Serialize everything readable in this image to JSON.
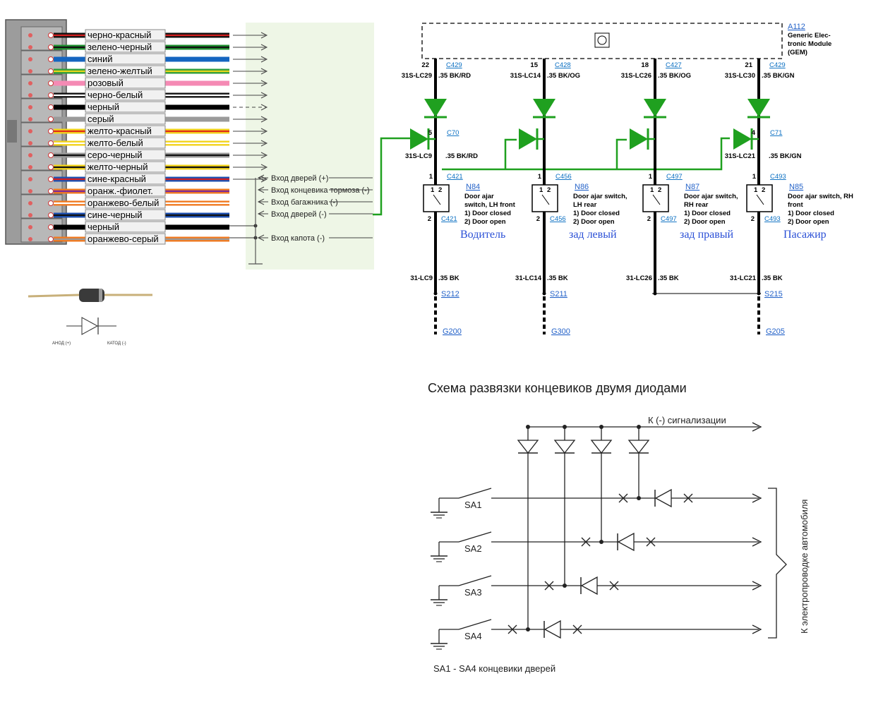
{
  "connector": {
    "wires": [
      {
        "label": "черно-красный",
        "c1": "#111111",
        "c2": "#d42020"
      },
      {
        "label": "зелено-черный",
        "c1": "#1f8f2f",
        "c2": "#111111"
      },
      {
        "label": "синий",
        "c1": "#1565c0",
        "c2": "#1565c0"
      },
      {
        "label": "зелено-желтый",
        "c1": "#2e9e3a",
        "c2": "#e8d61c"
      },
      {
        "label": "розовый",
        "c1": "#f58ab4",
        "c2": "#f58ab4"
      },
      {
        "label": "черно-белый",
        "c1": "#111111",
        "c2": "#ffffff"
      },
      {
        "label": "черный",
        "c1": "#000000",
        "c2": "#000000"
      },
      {
        "label": "серый",
        "c1": "#9a9a9a",
        "c2": "#9a9a9a"
      },
      {
        "label": "желто-красный",
        "c1": "#f2d31c",
        "c2": "#e02a1a"
      },
      {
        "label": "желто-белый",
        "c1": "#f2d31c",
        "c2": "#ffffff"
      },
      {
        "label": "серо-черный",
        "c1": "#9a9a9a",
        "c2": "#111111"
      },
      {
        "label": "желто-черный",
        "c1": "#f2d31c",
        "c2": "#111111"
      },
      {
        "label": "сине-красный",
        "c1": "#1d4fb0",
        "c2": "#d42020"
      },
      {
        "label": "оранж.-фиолет.",
        "c1": "#f07a20",
        "c2": "#7b2a9a"
      },
      {
        "label": "оранжево-белый",
        "c1": "#f07a20",
        "c2": "#ffffff"
      },
      {
        "label": "сине-черный",
        "c1": "#1d4fb0",
        "c2": "#111111"
      },
      {
        "label": "черный",
        "c1": "#000000",
        "c2": "#000000"
      },
      {
        "label": "оранжево-серый",
        "c1": "#f07a20",
        "c2": "#9a9a9a"
      }
    ],
    "inputs": [
      "Вход дверей (+)",
      "Вход концевика тормоза (-)",
      "Вход багажника (-)",
      "Вход дверей (-)",
      "Вход капота (-)"
    ]
  },
  "diode_legend": {
    "anode": "АНОД (+)",
    "cathode": "КАТОД (-)"
  },
  "module": {
    "ref": "A112",
    "name_lines": [
      "Generic Elec-",
      "tronic Module",
      "(GEM)"
    ]
  },
  "channels": [
    {
      "pin": "22",
      "conn": "C429",
      "wire": "31S-LC29",
      "spec": ".35 BK/RD",
      "dpin": "5",
      "dconn": "C70",
      "dwire": "31S-LC9",
      "dspec": ".35 BK/RD",
      "swpin": "1",
      "swconn": "C421",
      "sw": "N84",
      "sw_lines": [
        "Door ajar",
        "switch, LH front"
      ],
      "states": [
        "1)  Door closed",
        "2)  Door open"
      ],
      "outpin": "2",
      "outconn": "C421",
      "door": "Водитель",
      "gwire": "31-LC9",
      "gspec": ".35 BK",
      "splice": "S212",
      "ground": "G200"
    },
    {
      "pin": "15",
      "conn": "C428",
      "wire": "31S-LC14",
      "spec": ".35 BK/OG",
      "dpin": "",
      "dconn": "",
      "dwire": "",
      "dspec": "",
      "swpin": "1",
      "swconn": "C456",
      "sw": "N86",
      "sw_lines": [
        "Door ajar switch,",
        "LH rear"
      ],
      "states": [
        "1)  Door closed",
        "2)  Door open"
      ],
      "outpin": "2",
      "outconn": "C456",
      "door": "зад левый",
      "gwire": "31-LC14",
      "gspec": ".35 BK",
      "splice": "S211",
      "ground": "G300"
    },
    {
      "pin": "18",
      "conn": "C427",
      "wire": "31S-LC26",
      "spec": ".35 BK/OG",
      "dpin": "",
      "dconn": "",
      "dwire": "",
      "dspec": "",
      "swpin": "1",
      "swconn": "C497",
      "sw": "N87",
      "sw_lines": [
        "Door ajar switch,",
        "RH rear"
      ],
      "states": [
        "1)  Door closed",
        "2)  Door open"
      ],
      "outpin": "2",
      "outconn": "C497",
      "door": "зад правый",
      "gwire": "31-LC26",
      "gspec": ".35 BK",
      "splice": "",
      "ground": ""
    },
    {
      "pin": "21",
      "conn": "C429",
      "wire": "31S-LC30",
      "spec": ".35 BK/GN",
      "dpin": "4",
      "dconn": "C71",
      "dwire": "31S-LC21",
      "dspec": ".35 BK/GN",
      "swpin": "1",
      "swconn": "C493",
      "sw": "N85",
      "sw_lines": [
        "Door ajar switch, RH",
        "front"
      ],
      "states": [
        "1)  Door closed",
        "2)  Door open"
      ],
      "outpin": "2",
      "outconn": "C493",
      "door": "Пасажир",
      "gwire": "31-LC21",
      "gspec": ".35 BK",
      "splice": "S215",
      "ground": "G205"
    }
  ],
  "bottom": {
    "title": "Схема развязки концевиков двумя диодами",
    "top_label": "К (-) сигнализации",
    "switches": [
      "SA1",
      "SA2",
      "SA3",
      "SA4"
    ],
    "side_label": "К электропроводке автомобиля",
    "footnote": "SA1 - SA4 концевики дверей"
  },
  "colors": {
    "diode_green": "#1fa01f",
    "link_blue": "#0a6fc2",
    "door_blue": "#2a4fd6"
  }
}
